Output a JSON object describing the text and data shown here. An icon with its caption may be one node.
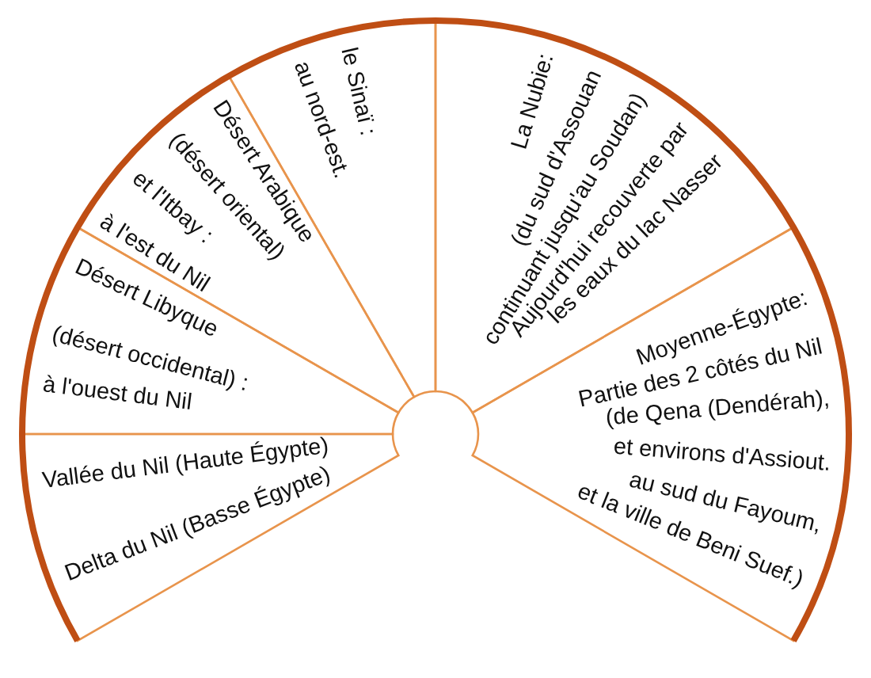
{
  "diagram": {
    "nodes": [
      {
        "text": [
          "Vallée du Nil (Haute Égypte)",
          "Delta du Nil (Basse Égypte)"
        ]
      },
      {
        "text": [
          "Désert Libyque",
          "(désert occidental) :",
          "à l'ouest du Nil"
        ]
      },
      {
        "text": [
          "Désert Arabique",
          "(désert oriental)",
          "et l'Itbay :",
          "à l'est du Nil"
        ]
      },
      {
        "text": [
          "le Sinaï :",
          "au nord-est."
        ]
      },
      {
        "text": [
          "La Nubie:",
          "(du sud d'Assouan",
          "continuant jusqu'au Soudan)",
          "Aujourd'hui recouverte par",
          "les eaux du lac Nasser"
        ]
      },
      {
        "text": [
          "Moyenne-Égypte:",
          "Partie des 2 côtés du Nil",
          "(de Qena (Dendérah),",
          "et environs d'Assiout.",
          "au sud du Fayoum,",
          "et la ville de Beni Suef.)"
        ]
      }
    ]
  }
}
